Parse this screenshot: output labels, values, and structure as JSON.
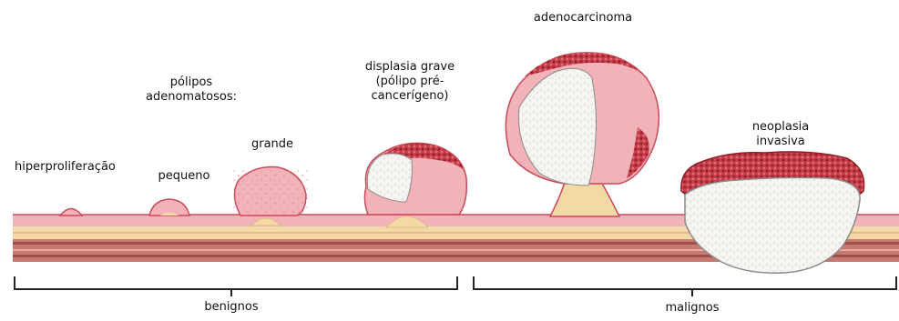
{
  "labels": {
    "hiperproliferacao": "hiperproliferação",
    "pequeno": "pequeno",
    "polipos": [
      "pólipos",
      "adenomatosos:"
    ],
    "grande": "grande",
    "displasia": [
      "displasia grave",
      "(pólipo pré-",
      "cancerígeno)"
    ],
    "adenocarcinoma": "adenocarcinoma",
    "neoplasia": [
      "neoplasia",
      "invasiva"
    ],
    "benignos": "benignos",
    "malignos": "malignos"
  },
  "colors": {
    "mucosa": "#f2b3b8",
    "mucosa_outline": "#c94a5a",
    "submucosa": "#f3d9a6",
    "muscle": "#c77a72",
    "tumor_white": "#f4f1ee",
    "tumor_rim": "#b8323c",
    "bracket": "#222222"
  }
}
